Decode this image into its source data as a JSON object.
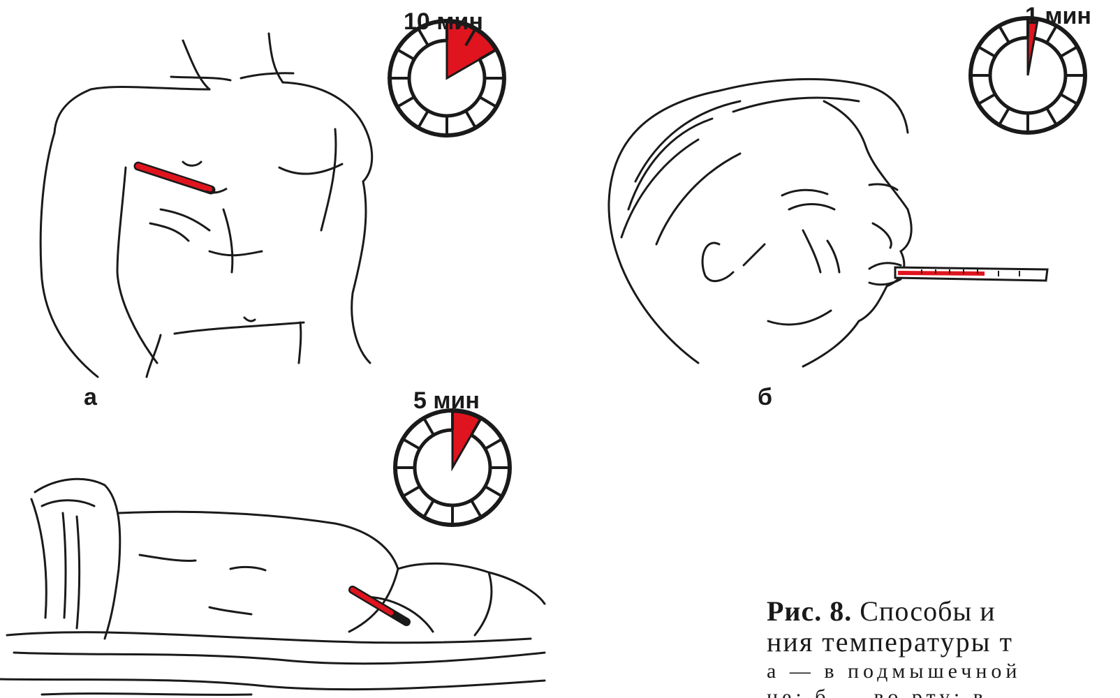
{
  "figure": {
    "panel_a": {
      "letter": "а",
      "timer_label": "10 мин"
    },
    "panel_b": {
      "letter": "б",
      "timer_label": "1 мин"
    },
    "panel_c": {
      "timer_label": "5 мин"
    }
  },
  "caption": {
    "fig_label": "Рис. 8.",
    "line1_rest": "Способы и",
    "line2": "ния температуры т",
    "line3": "а — в подмышечной",
    "line4": "не; б — во рту; в —"
  },
  "colors": {
    "accent_red": "#e0141e",
    "ink": "#1a1a1a"
  }
}
